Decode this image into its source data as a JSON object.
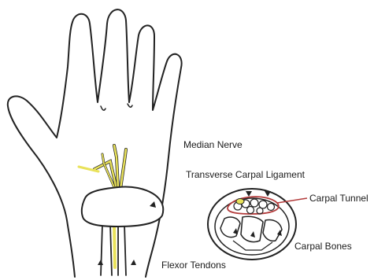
{
  "labels": {
    "median_nerve": "Median Nerve",
    "transverse_carpal_ligament": "Transverse Carpal Ligament",
    "carpal_tunnel": "Carpal Tunnel",
    "carpal_bones": "Carpal Bones",
    "flexor_tendons": "Flexor Tendons"
  },
  "colors": {
    "outline": "#222222",
    "nerve_yellow": "#e9e25a",
    "tunnel_red": "#b23a3a",
    "background": "#ffffff"
  }
}
